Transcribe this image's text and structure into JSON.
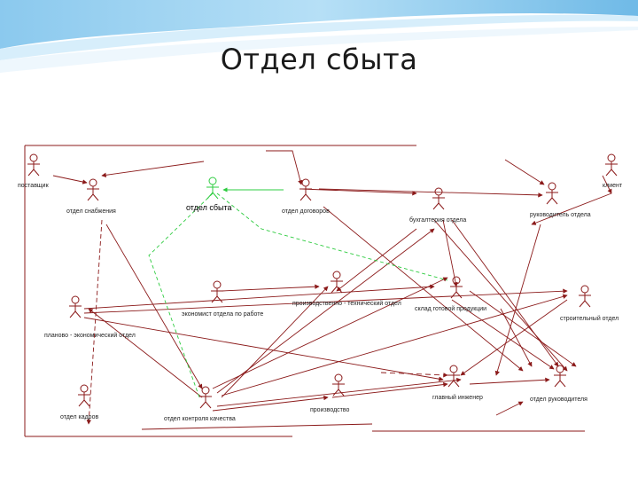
{
  "slide": {
    "title": "Отдел сбыта"
  },
  "actors": {
    "postavshik": "поставщик",
    "otdel_snabzheniya": "отдел снабжения",
    "otdel_sbyta": "отдел сбыта",
    "otdel_dogovorov": "отдел договоров",
    "buhgalteriya": "бухгалтерия отдела",
    "rukovoditel_otdela": "руководитель отдела",
    "klient": "клиент",
    "planovo_ekonom": "планово - экономический отдел",
    "ekonomist": "экономист отдела по работе",
    "sklad_sbyta": "склад готовой продукции",
    "proizv_tehnicheskiy": "производственно - технический отдел",
    "otdel_kadrov": "отдел кадров",
    "otdel_kontrolya": "отдел контроля качества",
    "stroitelnyi": "строительный отдел",
    "glavnyi_inzhener": "главный инженер",
    "otdel_rukovoditelya": "отдел руководителя",
    "proizvodstvo": "производство"
  },
  "colors": {
    "arrow_dark": "#8b1a1a",
    "arrow_green": "#2ecc40",
    "title": "#1a1a1a"
  }
}
